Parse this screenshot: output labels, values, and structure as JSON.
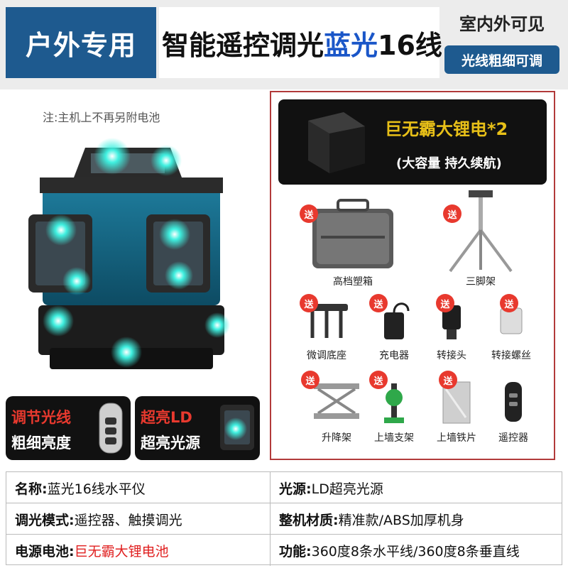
{
  "header": {
    "left_title": "户外专用",
    "mid_title_prefix": "智能遥控调光",
    "mid_title_blue": "蓝光",
    "mid_title_suffix": "16线",
    "right_line1": "室内外可见",
    "right_line2": "光线粗细可调"
  },
  "note": "注:主机上不再另附电池",
  "badges": [
    {
      "line1": "调节光线",
      "line2": "粗细亮度"
    },
    {
      "line1": "超亮LD",
      "line2": "超亮光源"
    }
  ],
  "battery": {
    "title": "巨无霸大锂电*2",
    "subtitle": "(大容量 持久续航)"
  },
  "gift_label": "送",
  "accessories": [
    {
      "label": "高档塑箱",
      "icon": "case-icon"
    },
    {
      "label": "三脚架",
      "icon": "tripod-icon"
    },
    {
      "label": "微调底座",
      "icon": "base-icon"
    },
    {
      "label": "充电器",
      "icon": "charger-icon"
    },
    {
      "label": "转接头",
      "icon": "adapter-icon"
    },
    {
      "label": "转接螺丝",
      "icon": "screw-icon"
    },
    {
      "label": "升降架",
      "icon": "lift-icon"
    },
    {
      "label": "上墙支架",
      "icon": "wall-bracket-icon"
    },
    {
      "label": "上墙铁片",
      "icon": "iron-plate-icon"
    },
    {
      "label": "遥控器",
      "icon": "remote-icon"
    }
  ],
  "specs": [
    [
      {
        "key": "名称:",
        "value": "蓝光16线水平仪"
      },
      {
        "key": "光源:",
        "value": "LD超亮光源"
      }
    ],
    [
      {
        "key": "调光模式:",
        "value": "遥控器、触摸调光"
      },
      {
        "key": "整机材质:",
        "value": "精准款/ABS加厚机身"
      }
    ],
    [
      {
        "key": "电源电池:",
        "value": "巨无霸大锂电池"
      },
      {
        "key": "功能:",
        "value": "360度8条水平线/360度8条垂直线"
      }
    ]
  ],
  "colors": {
    "brand_blue": "#1e5a8f",
    "accent_red": "#e8392e",
    "battery_gold": "#e8c018",
    "laser_cyan": "#3ff0e0"
  }
}
